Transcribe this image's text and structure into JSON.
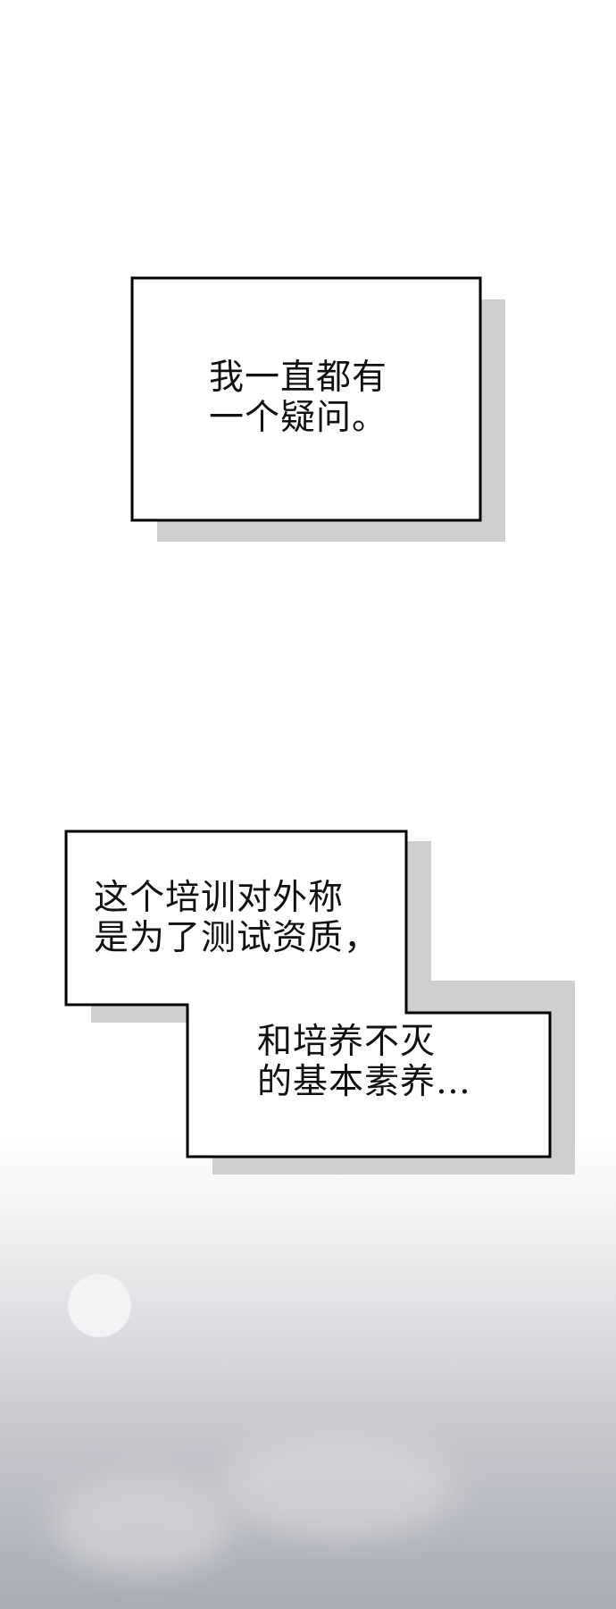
{
  "panels": [
    {
      "lines": [
        "我一直都有",
        "一个疑问。"
      ]
    },
    {
      "lines": [
        "这个培训对外称",
        "是为了测试资质，"
      ]
    },
    {
      "lines": [
        "和培养不灭",
        "的基本素养…"
      ]
    }
  ]
}
